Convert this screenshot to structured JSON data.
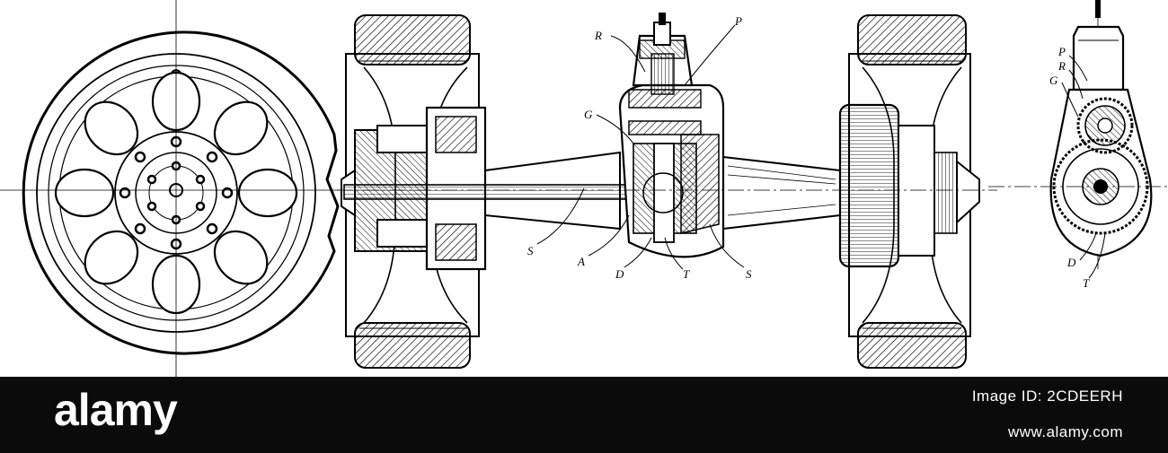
{
  "labels": {
    "R": "R",
    "P": "P",
    "G": "G",
    "S": "S",
    "A": "A",
    "D": "D",
    "T": "T",
    "S2": "S",
    "rP": "P",
    "rR": "R",
    "rG": "G",
    "rD": "D",
    "rT": "T"
  },
  "watermark": {
    "brand": "alamy",
    "image_id": "Image ID: 2CDEERH",
    "url": "www.alamy.com"
  }
}
